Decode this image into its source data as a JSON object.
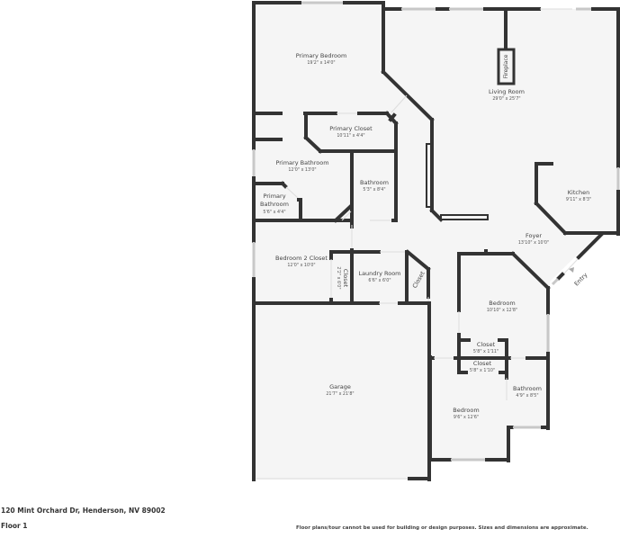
{
  "floor_plan": {
    "address": "120 Mint Orchard Dr, Henderson, NV 89002",
    "floor": "Floor 1",
    "disclaimer": "Floor plans/tour cannot be used for building or design purposes. Sizes and dimensions are approximate.",
    "colors": {
      "wall": "#333333",
      "floor_fill": "#f5f5f5",
      "window": "#c8c8c8",
      "background": "#ffffff"
    },
    "rooms": {
      "primary_bedroom": {
        "name": "Primary Bedroom",
        "dims": "19'2\" x 14'0\""
      },
      "living_room": {
        "name": "Living Room",
        "dims": "29'0\" x 25'7\""
      },
      "fireplace": {
        "name": "Fireplace"
      },
      "primary_closet": {
        "name": "Primary Closet",
        "dims": "10'11\" x 4'4\""
      },
      "primary_bathroom": {
        "name": "Primary Bathroom",
        "dims": "12'0\" x 13'0\""
      },
      "bathroom_1": {
        "name": "Bathroom",
        "dims": "5'3\" x 8'4\""
      },
      "primary_bathroom_small": {
        "name_line1": "Primary",
        "name_line2": "Bathroom",
        "dims": "5'6\" x 4'4\""
      },
      "kitchen": {
        "name": "Kitchen",
        "dims": "9'11\" x 8'3\""
      },
      "foyer": {
        "name": "Foyer",
        "dims": "13'10\" x 10'0\""
      },
      "entry": {
        "name": "Entry"
      },
      "bedroom_2_closet": {
        "name": "Bedroom 2 Closet",
        "dims": "12'0\" x 10'0\""
      },
      "closet_small": {
        "name": "Closet",
        "dims": "2'2\" x 6'0\""
      },
      "laundry_room": {
        "name": "Laundry Room",
        "dims": "6'6\" x 6'0\""
      },
      "closet_laundry": {
        "name": "Closet"
      },
      "bedroom_1": {
        "name": "Bedroom",
        "dims": "10'10\" x 12'8\""
      },
      "closet_a": {
        "name": "Closet",
        "dims": "5'8\" x 1'11\""
      },
      "closet_b": {
        "name": "Closet",
        "dims": "5'8\" x 1'10\""
      },
      "bathroom_2": {
        "name": "Bathroom",
        "dims": "4'9\" x 8'5\""
      },
      "bedroom_2": {
        "name": "Bedroom",
        "dims": "9'6\" x 12'6\""
      },
      "garage": {
        "name": "Garage",
        "dims": "21'7\" x 21'8\""
      }
    }
  }
}
